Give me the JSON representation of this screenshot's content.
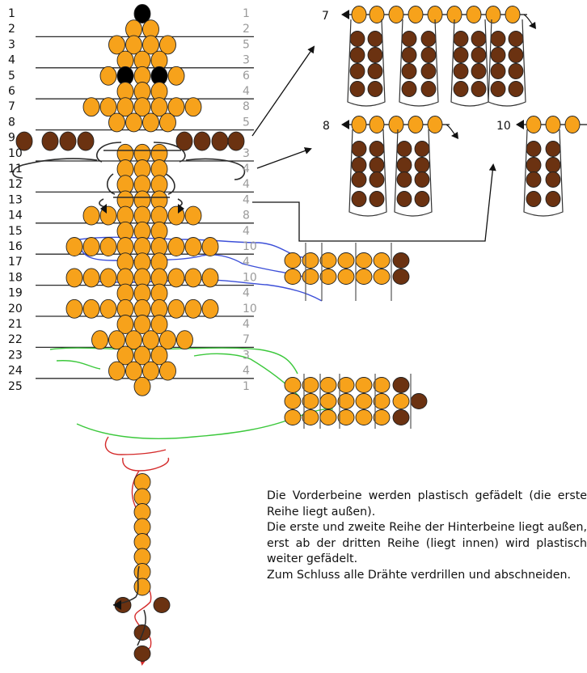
{
  "colors": {
    "bead_orange": "#f7a21b",
    "bead_brown": "#6b3211",
    "bead_black": "#000000",
    "wire": "#2b2b2b",
    "thread_blue": "#3c4fd8",
    "thread_green": "#3cc83c",
    "thread_red": "#d42a2a",
    "count_gray": "#9a9a9a"
  },
  "rows": [
    {
      "row": "1",
      "count": "1"
    },
    {
      "row": "2",
      "count": "2"
    },
    {
      "row": "3",
      "count": "5"
    },
    {
      "row": "4",
      "count": "3"
    },
    {
      "row": "5",
      "count": "6"
    },
    {
      "row": "6",
      "count": "4"
    },
    {
      "row": "7",
      "count": "8"
    },
    {
      "row": "8",
      "count": "5"
    },
    {
      "row": "9",
      "count": ""
    },
    {
      "row": "10",
      "count": "3"
    },
    {
      "row": "11",
      "count": "4"
    },
    {
      "row": "12",
      "count": "4"
    },
    {
      "row": "13",
      "count": "4"
    },
    {
      "row": "14",
      "count": "8"
    },
    {
      "row": "15",
      "count": "4"
    },
    {
      "row": "16",
      "count": "10"
    },
    {
      "row": "17",
      "count": "4"
    },
    {
      "row": "18",
      "count": "10"
    },
    {
      "row": "19",
      "count": "4"
    },
    {
      "row": "20",
      "count": "10"
    },
    {
      "row": "21",
      "count": "4"
    },
    {
      "row": "22",
      "count": "7"
    },
    {
      "row": "23",
      "count": "3"
    },
    {
      "row": "24",
      "count": "4"
    },
    {
      "row": "25",
      "count": "1"
    }
  ],
  "details": {
    "step_7": "7",
    "step_8": "8",
    "step_10": "10"
  },
  "instructions": {
    "p1": "Die Vorderbeine werden plastisch gefädelt (die erste Reihe liegt außen).",
    "p2": "Die erste und zweite Reihe der Hinterbeine liegt außen, erst ab der dritten Reihe (liegt innen) wird plastisch weiter gefädelt.",
    "p3": "Zum Schluss alle Drähte verdrillen und abschneiden."
  }
}
